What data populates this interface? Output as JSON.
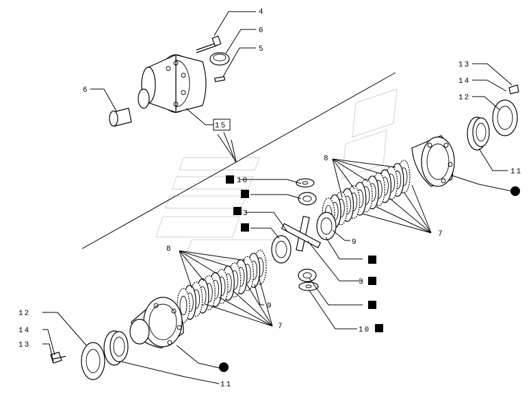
{
  "diagram": {
    "kind": "exploded-parts-view",
    "accent_color": "#000000",
    "watermark_color": "#d9d9d9",
    "callouts": [
      {
        "id": "c4",
        "text": "4"
      },
      {
        "id": "c6a",
        "text": "6"
      },
      {
        "id": "c5",
        "text": "5"
      },
      {
        "id": "c6b",
        "text": "6"
      },
      {
        "id": "c15",
        "text": "15"
      },
      {
        "id": "c13r",
        "text": "13"
      },
      {
        "id": "c14r",
        "text": "14"
      },
      {
        "id": "c12r",
        "text": "12"
      },
      {
        "id": "c11r",
        "text": "11"
      },
      {
        "id": "c8r",
        "text": "8"
      },
      {
        "id": "c10t",
        "text": "10"
      },
      {
        "id": "c3a",
        "text": "3"
      },
      {
        "id": "c7r",
        "text": "7"
      },
      {
        "id": "c9r",
        "text": "9"
      },
      {
        "id": "c3b",
        "text": "3"
      },
      {
        "id": "c10b",
        "text": "10"
      },
      {
        "id": "c8l",
        "text": "8"
      },
      {
        "id": "c9l",
        "text": "9"
      },
      {
        "id": "c7l",
        "text": "7"
      },
      {
        "id": "c12l",
        "text": "12"
      },
      {
        "id": "c14l",
        "text": "14"
      },
      {
        "id": "c13l",
        "text": "13"
      },
      {
        "id": "c11l",
        "text": "11"
      }
    ],
    "markers": {
      "filled_square_count": 8,
      "filled_circle_count": 2
    }
  }
}
